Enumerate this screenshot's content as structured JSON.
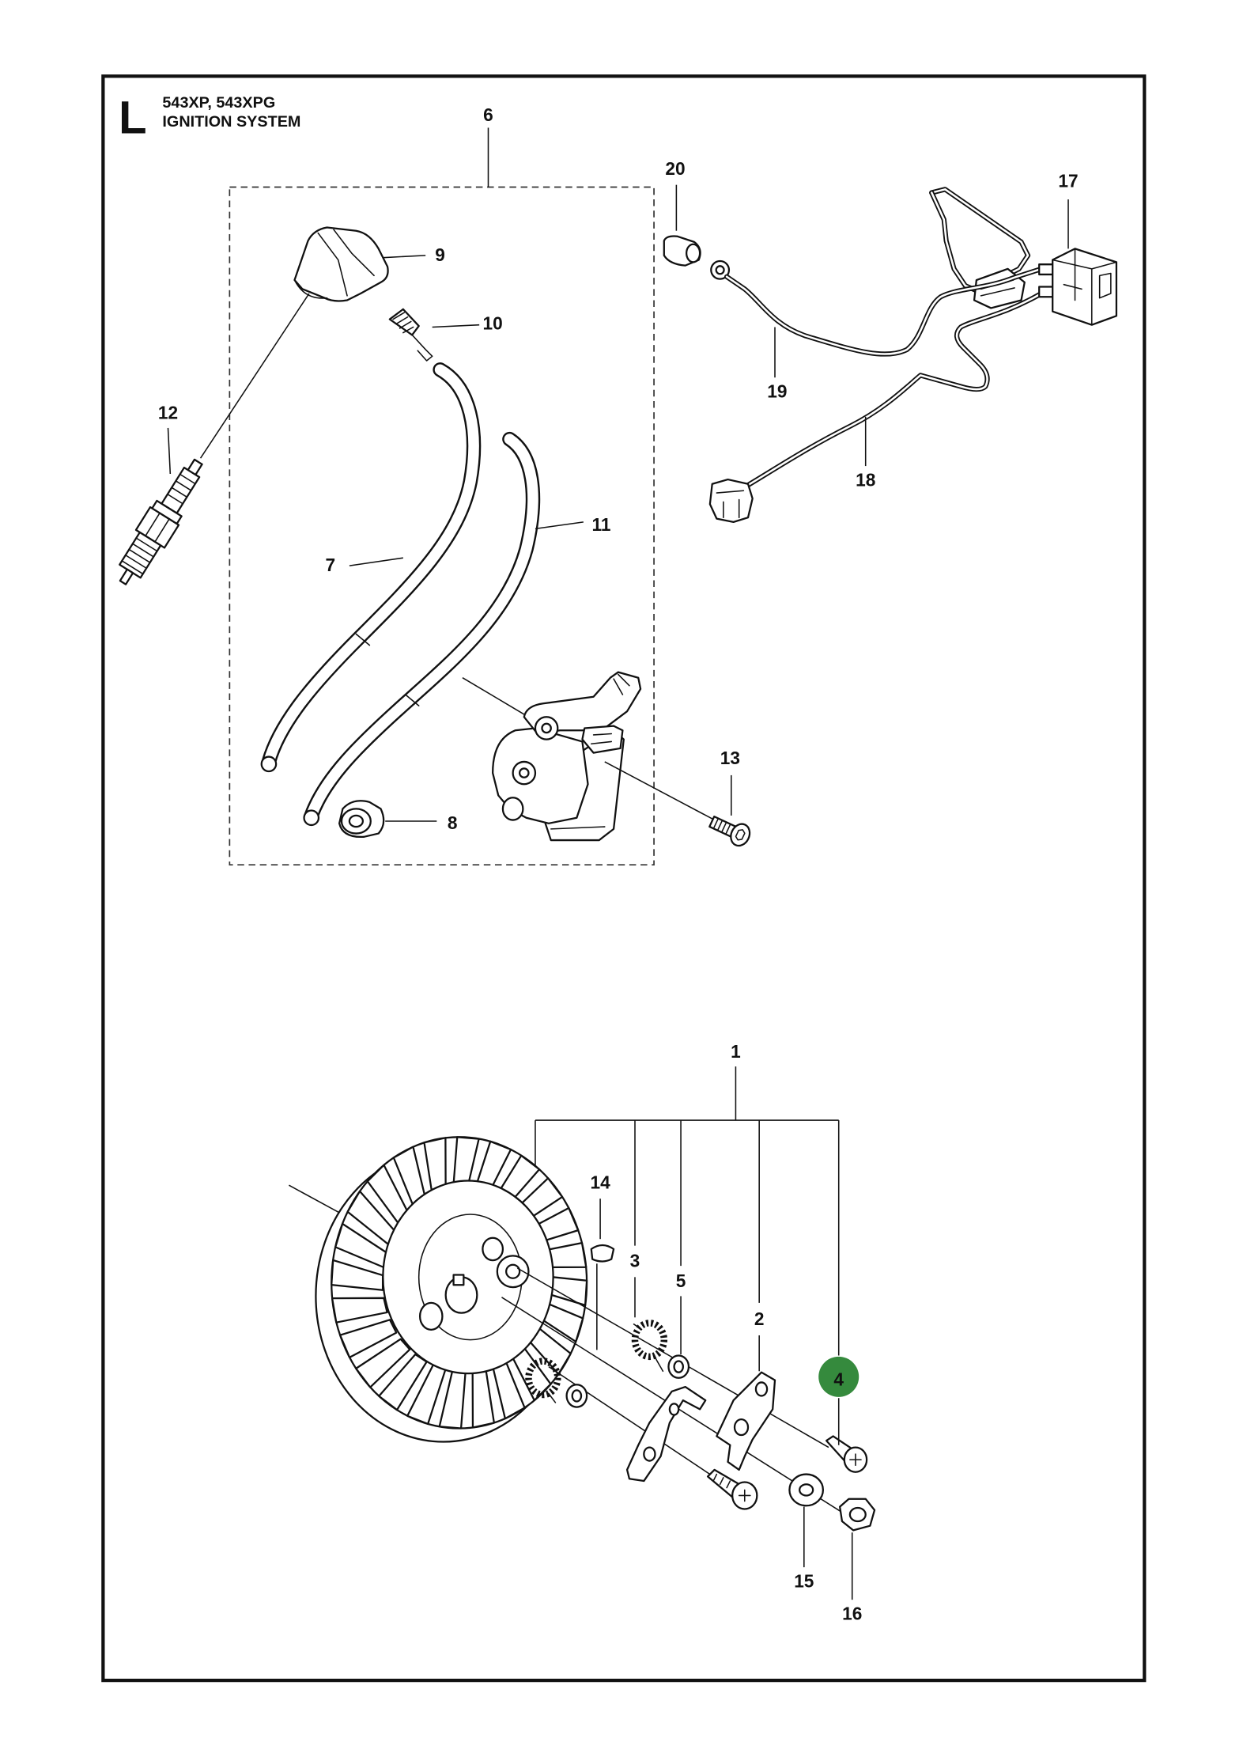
{
  "header": {
    "section_letter": "L",
    "models": "543XP, 543XPG",
    "title": "IGNITION SYSTEM"
  },
  "callouts": [
    "1",
    "2",
    "3",
    "4",
    "5",
    "6",
    "7",
    "8",
    "9",
    "10",
    "11",
    "12",
    "13",
    "14",
    "15",
    "16",
    "17",
    "18",
    "19",
    "20"
  ],
  "highlight": {
    "badge_color": "#358a3d",
    "text_color": "#ffffff"
  }
}
